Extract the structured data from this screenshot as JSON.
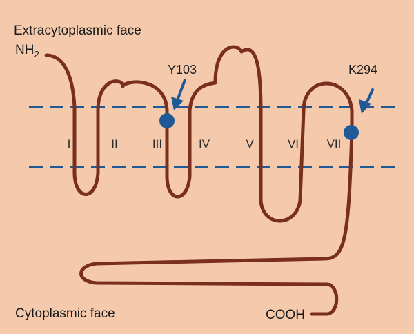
{
  "faces": {
    "extracytoplasmic": "Extracytoplasmic face",
    "cytoplasmic": "Cytoplasmic face"
  },
  "termini": {
    "n_terminus_base": "NH",
    "n_terminus_sub": "2",
    "c_terminus": "COOH"
  },
  "helices": [
    "I",
    "II",
    "III",
    "IV",
    "V",
    "VI",
    "VII"
  ],
  "residues": {
    "y103": "Y103",
    "k294": "K294"
  },
  "colors": {
    "background": "#f5c9ac",
    "chain": "#7a2e1e",
    "membrane": "#1f5a96",
    "marker": "#1f5a96"
  }
}
